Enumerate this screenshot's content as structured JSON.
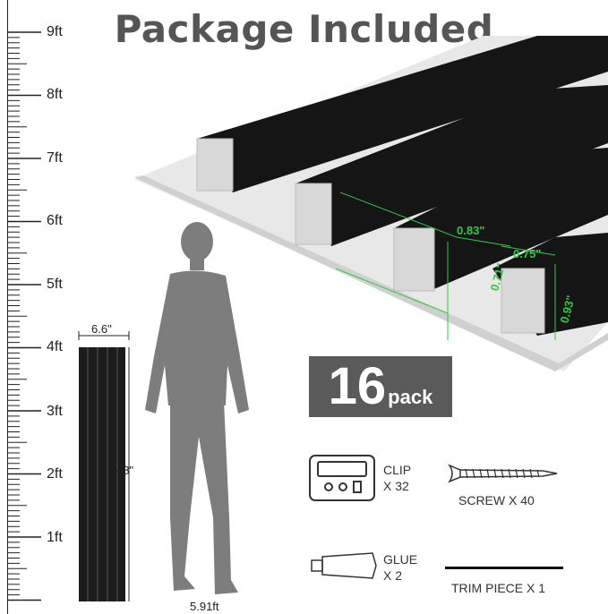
{
  "title": "Package Included",
  "ruler": {
    "labels": [
      "9ft",
      "8ft",
      "7ft",
      "6ft",
      "5ft",
      "4ft",
      "3ft",
      "2ft",
      "1ft"
    ]
  },
  "panel": {
    "width_label": "6.6\"",
    "height_label": "48\""
  },
  "person": {
    "height_label": "5.91ft"
  },
  "slat_dimensions": {
    "d1": "0.83\"",
    "d2": "0.75\"",
    "d3": "0.71\"",
    "d4": "0.93\""
  },
  "pack": {
    "number": "16",
    "word": "pack"
  },
  "items": {
    "clip_name": "CLIP",
    "clip_qty": "X 32",
    "screw": "SCREW X 40",
    "glue_name": "GLUE",
    "glue_qty": "X 2",
    "trim": "TRIM PIECE X 1"
  },
  "colors": {
    "title": "#555555",
    "badge": "#5a5a5a",
    "dimension": "#2ecc40",
    "slat": "#1a1a1a"
  }
}
